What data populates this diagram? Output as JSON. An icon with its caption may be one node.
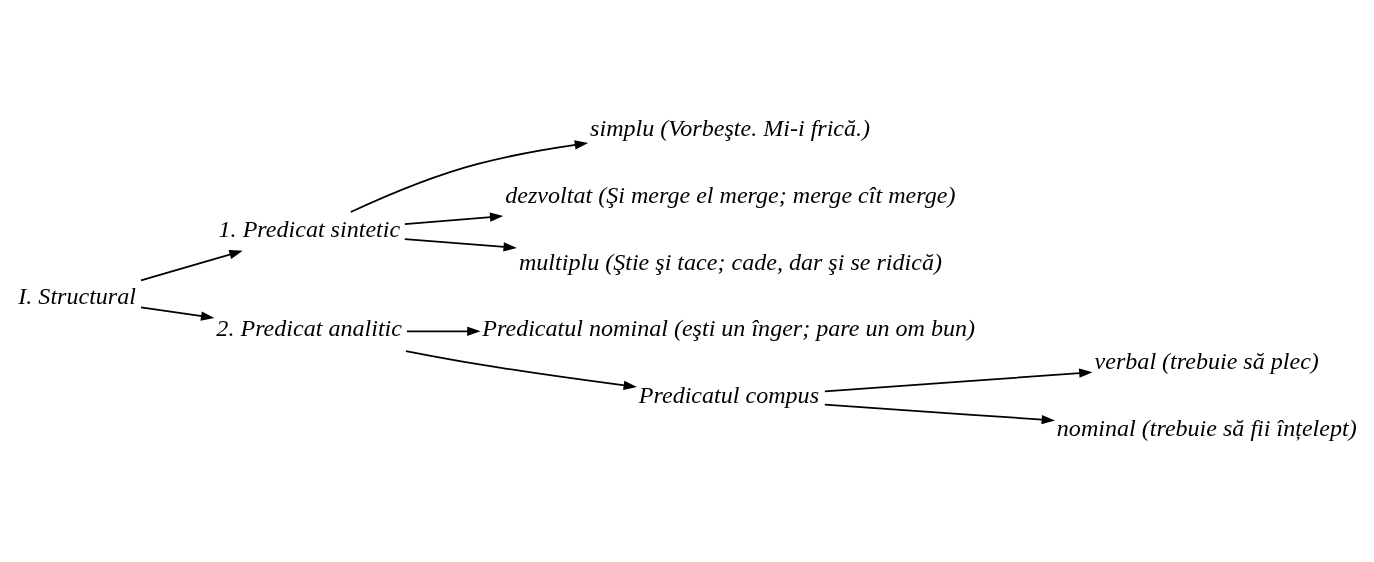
{
  "diagram": {
    "nodes": [
      {
        "text": [
          "I. Structural"
        ]
      },
      {
        "text": [
          "1. Predicat sintetic"
        ]
      },
      {
        "text": [
          "simplu (Vorbeşte. Mi-i frică.)"
        ]
      },
      {
        "text": [
          "dezvoltat (Şi merge el merge; merge cît merge)"
        ]
      },
      {
        "text": [
          "multiplu (Ştie şi tace; cade, dar şi se ridică)"
        ]
      },
      {
        "text": [
          "2. Predicat analitic"
        ]
      },
      {
        "text": [
          "Predicatul nominal (eşti un înger; pare un om bun)"
        ]
      },
      {
        "text": [
          "Predicatul compus"
        ]
      },
      {
        "text": [
          "verbal (trebuie să plec)"
        ]
      },
      {
        "text": [
          "nominal (trebuie să fii înțelept)"
        ]
      }
    ],
    "edges": [
      {
        "from": 0,
        "to": 1,
        "arrow": "to"
      },
      {
        "from": 0,
        "to": 5,
        "arrow": "to"
      },
      {
        "from": 1,
        "to": 2,
        "arrow": "to"
      },
      {
        "from": 1,
        "to": 3,
        "arrow": "to"
      },
      {
        "from": 1,
        "to": 4,
        "arrow": "to"
      },
      {
        "from": 5,
        "to": 6,
        "arrow": "to"
      },
      {
        "from": 5,
        "to": 7,
        "arrow": "to"
      },
      {
        "from": 7,
        "to": 8,
        "arrow": "to"
      },
      {
        "from": 7,
        "to": 9,
        "arrow": "to"
      }
    ]
  }
}
